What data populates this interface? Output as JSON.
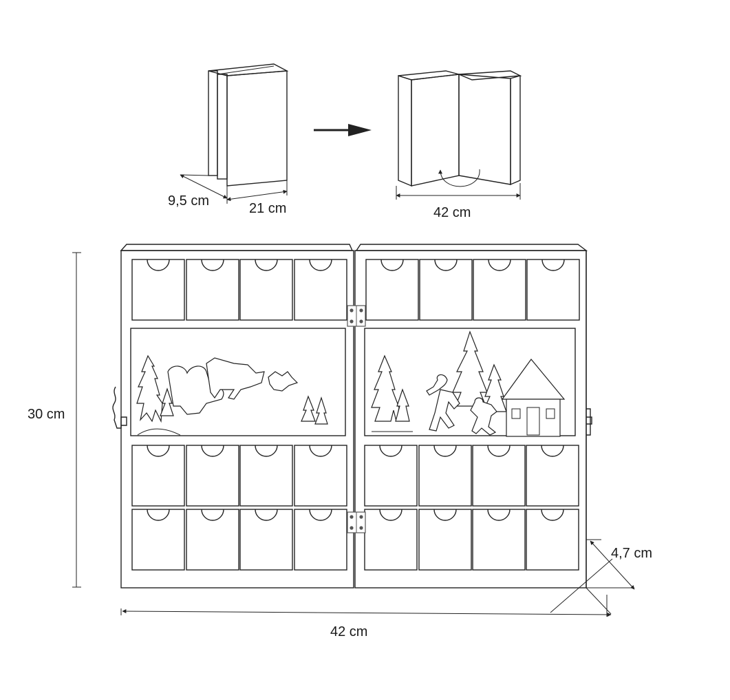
{
  "labels": {
    "closed_depth": "9,5 cm",
    "closed_width": "21 cm",
    "open_width_top": "42 cm",
    "height": "30 cm",
    "depth": "4,7 cm",
    "open_width_bottom": "42 cm"
  },
  "colors": {
    "line": "#222222",
    "hinge": "#555555",
    "background": "#ffffff"
  },
  "icons": {
    "arrow": "right-arrow-icon",
    "rotate": "rotate-arrow-icon"
  }
}
